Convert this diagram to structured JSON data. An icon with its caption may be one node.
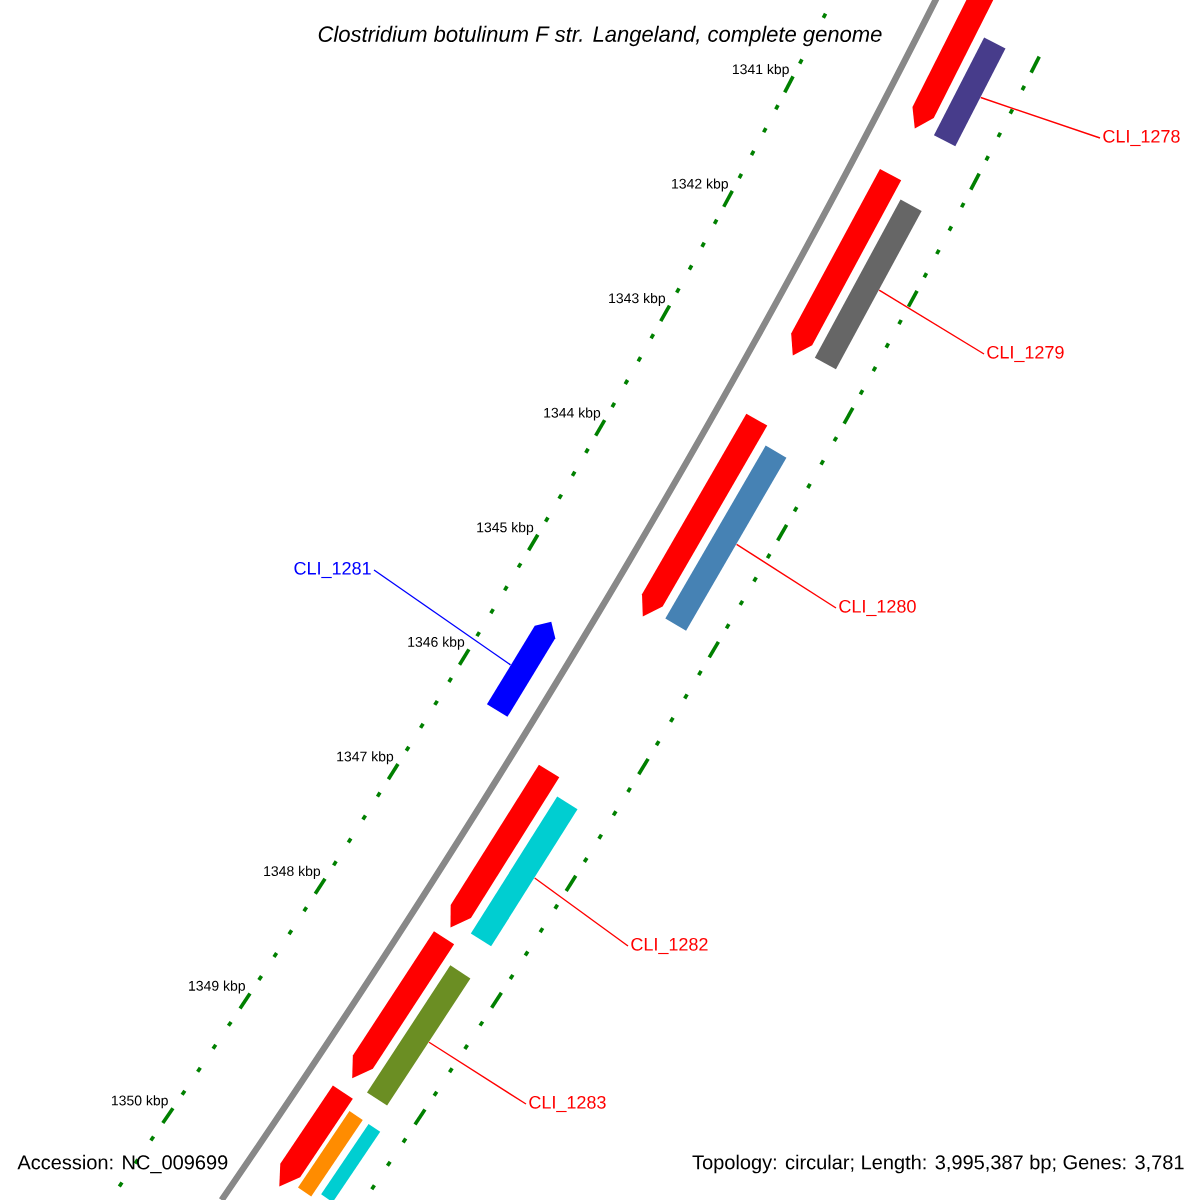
{
  "diagram": {
    "title": "Clostridium botulinum F str. Langeland, complete genome",
    "nodes": [
      {
        "text": [
          "CLI_1278"
        ]
      },
      {
        "text": [],
        "shape": "bar"
      },
      {
        "text": [
          "CLI_1279"
        ]
      },
      {
        "text": [],
        "shape": "bar"
      },
      {
        "text": [
          "CLI_1281"
        ]
      },
      {
        "text": [],
        "shape": "arrow"
      },
      {
        "text": [
          "CLI_1280"
        ]
      },
      {
        "text": [],
        "shape": "bar"
      },
      {
        "text": [
          "CLI_1282"
        ]
      },
      {
        "text": [],
        "shape": "bar"
      },
      {
        "text": [
          "CLI_1283"
        ]
      },
      {
        "text": [],
        "shape": "bar"
      }
    ],
    "edges": [
      {
        "from": 0,
        "to": 1,
        "arrow": "none"
      },
      {
        "from": 2,
        "to": 3,
        "arrow": "none"
      },
      {
        "from": 4,
        "to": 5,
        "arrow": "none",
        "color": "#0000ff"
      },
      {
        "from": 6,
        "to": 7,
        "arrow": "none"
      },
      {
        "from": 8,
        "to": 9,
        "arrow": "none"
      },
      {
        "from": 10,
        "to": 11,
        "arrow": "none"
      }
    ],
    "labels": [
      "1341 kbp",
      "1342 kbp",
      "1343 kbp",
      "1344 kbp",
      "1345 kbp",
      "1346 kbp",
      "1347 kbp",
      "1348 kbp",
      "1349 kbp",
      "1350 kbp",
      "Accession: NC_009699",
      "Topology: circular; Length: 3,995,387 bp; Genes: 3,781"
    ]
  }
}
